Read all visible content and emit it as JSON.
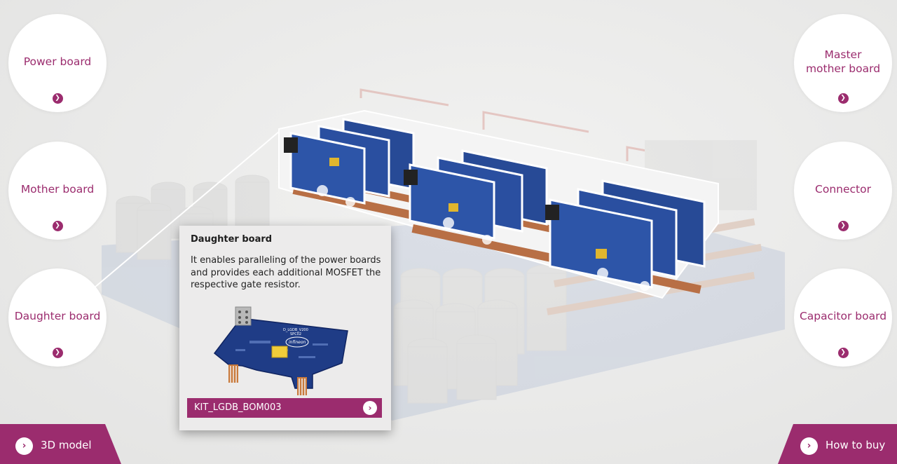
{
  "nodes_left": [
    {
      "label": "Power board"
    },
    {
      "label": "Mother board"
    },
    {
      "label": "Daughter board"
    }
  ],
  "nodes_right": [
    {
      "label": "Master\nmother board"
    },
    {
      "label": "Connector"
    },
    {
      "label": "Capacitor board"
    }
  ],
  "card": {
    "title": "Daughter board",
    "description": "It enables paralleling of the power boards and provides each additional MOSFET the respective gate resistor.",
    "link_label": "KIT_LGDB_BOM003",
    "pcb_text_1": "D_LGDB_V200",
    "pcb_text_2": "SPC02",
    "pcb_logo": "infineon"
  },
  "footer": {
    "left_label": "3D model",
    "right_label": "How to buy"
  },
  "colors": {
    "accent": "#9b2c6e",
    "pcb_blue": "#1f3c86",
    "copper": "#b86f45"
  },
  "icons": {
    "node_arrow": "chevron-right-icon",
    "tab_arrow": "chevron-right-circle-icon"
  }
}
